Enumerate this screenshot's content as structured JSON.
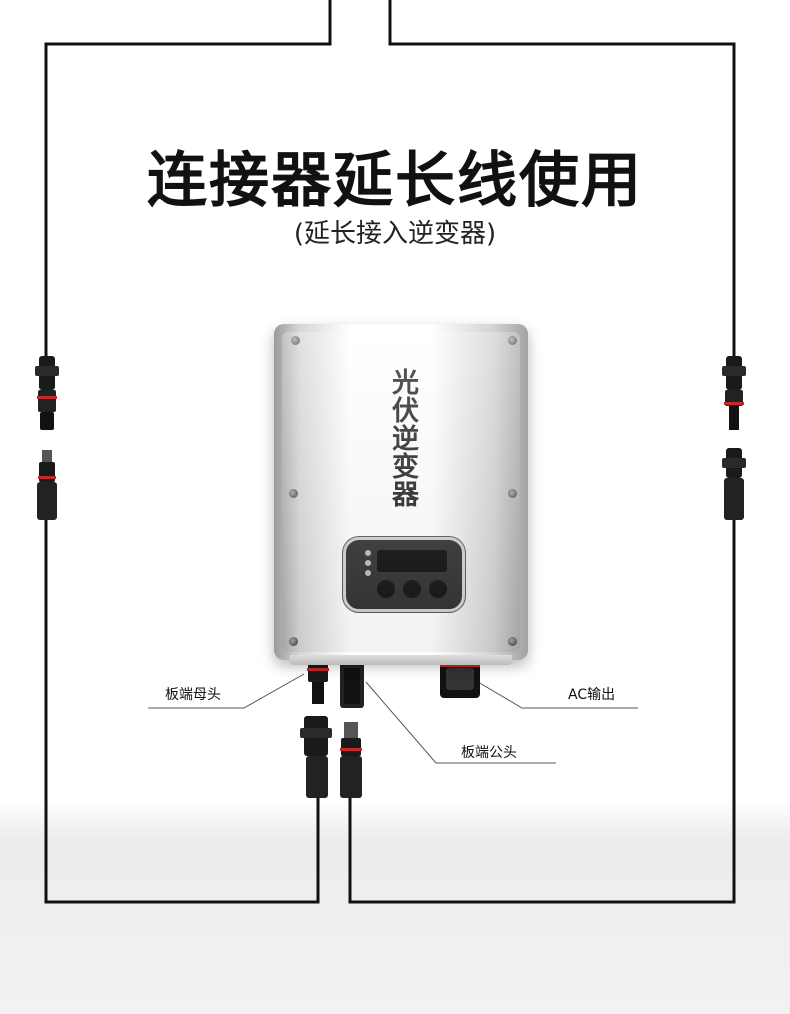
{
  "heading": {
    "title": "连接器延长线使用",
    "subtitle": "(延长接入逆变器)"
  },
  "inverter": {
    "brand_text": "光伏逆变器"
  },
  "callouts": {
    "female": "板端母头",
    "male": "板端公头",
    "ac": "AC输出"
  },
  "colors": {
    "cable": "#111111",
    "connector_body": "#1a1a1a",
    "connector_ring": "#c62828"
  }
}
